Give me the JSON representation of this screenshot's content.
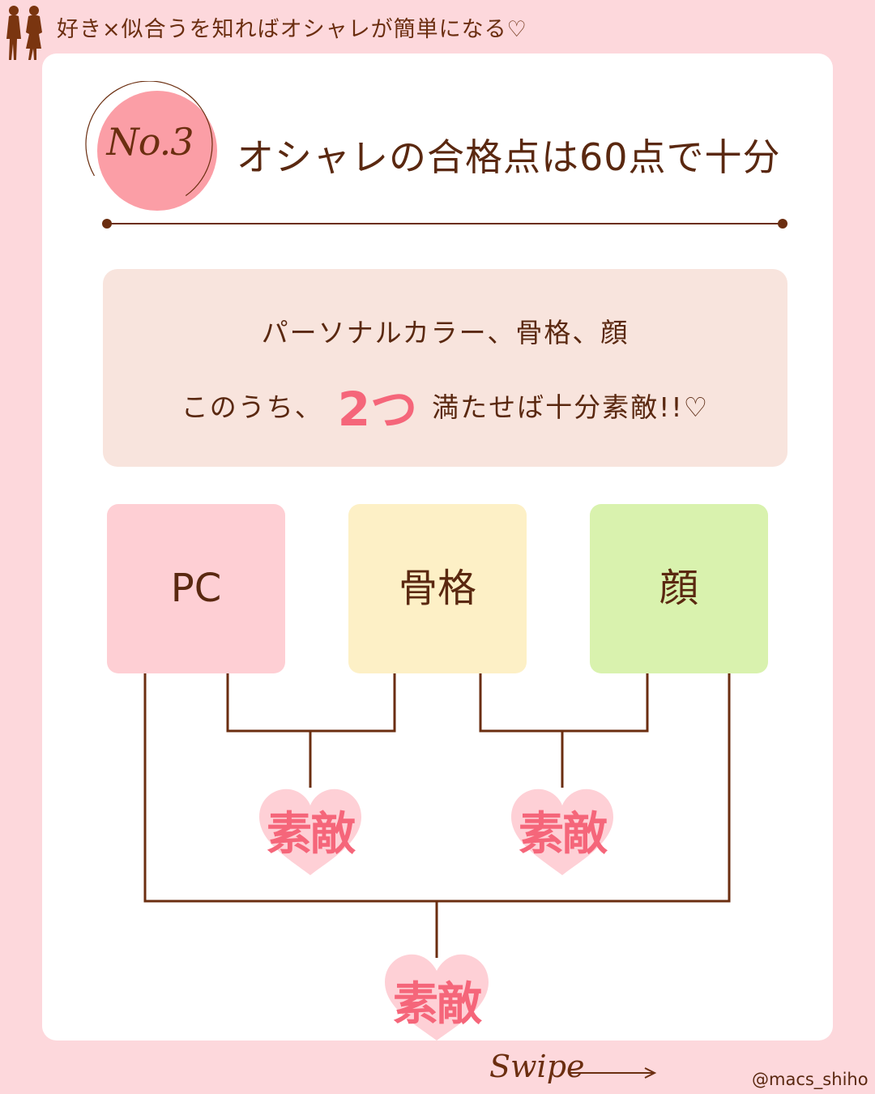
{
  "header": {
    "tagline": "好き×似合うを知ればオシャレが簡単になる♡"
  },
  "badge": {
    "label": "No.3"
  },
  "heading": {
    "title": "オシャレの合格点は60点で十分"
  },
  "info": {
    "line1": "パーソナルカラー、骨格、顔",
    "line2_prefix": "このうち、",
    "line2_highlight": "2つ",
    "line2_suffix": "満たせば十分素敵!!♡"
  },
  "categories": [
    {
      "label": "PC",
      "color": "#fecfd4"
    },
    {
      "label": "骨格",
      "color": "#fdf0c6"
    },
    {
      "label": "顔",
      "color": "#d9f2ae"
    }
  ],
  "results": {
    "left": "素敵",
    "right": "素敵",
    "bottom": "素敵"
  },
  "footer": {
    "swipe": "Swipe",
    "handle": "@macs_shiho"
  },
  "colors": {
    "background": "#fdd8dc",
    "card": "#ffffff",
    "text_brown": "#6b2e10",
    "accent_pink": "#f5667a",
    "heart_pink": "#fed0d6",
    "badge_pink": "#fb9ea6",
    "info_box": "#f8e4dd"
  }
}
